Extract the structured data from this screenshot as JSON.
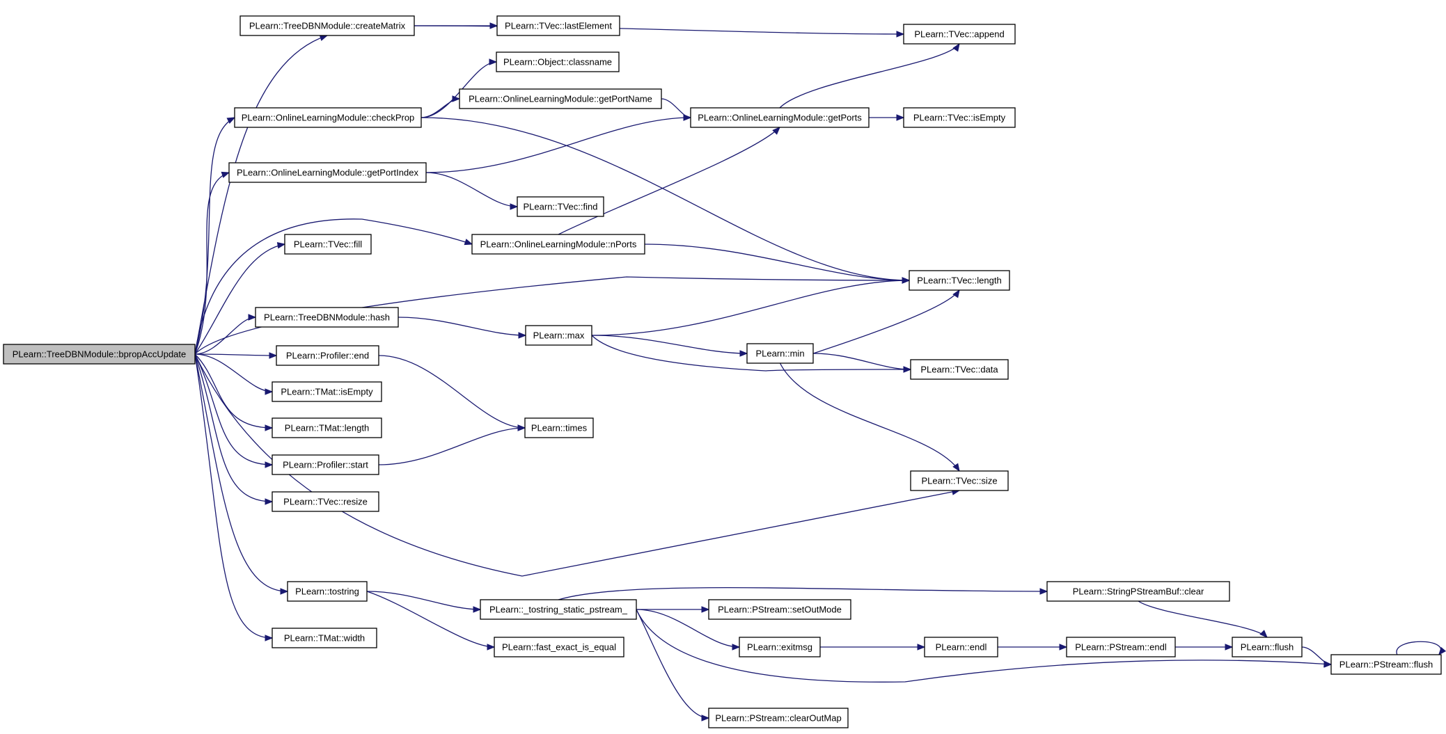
{
  "graph": {
    "colors": {
      "edge": "#191970",
      "root_fill": "#bfbfbf",
      "node_fill": "#ffffff",
      "node_border": "#000000"
    },
    "nodes": [
      {
        "id": "root",
        "label": "PLearn::TreeDBNModule::bpropAccUpdate"
      },
      {
        "id": "createMatrix",
        "label": "PLearn::TreeDBNModule::createMatrix"
      },
      {
        "id": "lastElement",
        "label": "PLearn::TVec::lastElement"
      },
      {
        "id": "append",
        "label": "PLearn::TVec::append"
      },
      {
        "id": "classname",
        "label": "PLearn::Object::classname"
      },
      {
        "id": "checkProp",
        "label": "PLearn::OnlineLearningModule::checkProp"
      },
      {
        "id": "getPortName",
        "label": "PLearn::OnlineLearningModule::getPortName"
      },
      {
        "id": "getPorts",
        "label": "PLearn::OnlineLearningModule::getPorts"
      },
      {
        "id": "tvecIsEmpty",
        "label": "PLearn::TVec::isEmpty"
      },
      {
        "id": "getPortIndex",
        "label": "PLearn::OnlineLearningModule::getPortIndex"
      },
      {
        "id": "find",
        "label": "PLearn::TVec::find"
      },
      {
        "id": "nPorts",
        "label": "PLearn::OnlineLearningModule::nPorts"
      },
      {
        "id": "fill",
        "label": "PLearn::TVec::fill"
      },
      {
        "id": "tvecLength",
        "label": "PLearn::TVec::length"
      },
      {
        "id": "hash",
        "label": "PLearn::TreeDBNModule::hash"
      },
      {
        "id": "max",
        "label": "PLearn::max"
      },
      {
        "id": "min",
        "label": "PLearn::min"
      },
      {
        "id": "profEnd",
        "label": "PLearn::Profiler::end"
      },
      {
        "id": "data",
        "label": "PLearn::TVec::data"
      },
      {
        "id": "tmatIsEmpty",
        "label": "PLearn::TMat::isEmpty"
      },
      {
        "id": "times",
        "label": "PLearn::times"
      },
      {
        "id": "tmatLength",
        "label": "PLearn::TMat::length"
      },
      {
        "id": "profStart",
        "label": "PLearn::Profiler::start"
      },
      {
        "id": "size",
        "label": "PLearn::TVec::size"
      },
      {
        "id": "resize",
        "label": "PLearn::TVec::resize"
      },
      {
        "id": "tostring",
        "label": "PLearn::tostring"
      },
      {
        "id": "tostringStatic",
        "label": "PLearn::_tostring_static_pstream_"
      },
      {
        "id": "spsbClear",
        "label": "PLearn::StringPStreamBuf::clear"
      },
      {
        "id": "setOutMode",
        "label": "PLearn::PStream::setOutMode"
      },
      {
        "id": "width",
        "label": "PLearn::TMat::width"
      },
      {
        "id": "fastExact",
        "label": "PLearn::fast_exact_is_equal"
      },
      {
        "id": "exitmsg",
        "label": "PLearn::exitmsg"
      },
      {
        "id": "endl",
        "label": "PLearn::endl"
      },
      {
        "id": "psEndl",
        "label": "PLearn::PStream::endl"
      },
      {
        "id": "flush",
        "label": "PLearn::flush"
      },
      {
        "id": "psFlush",
        "label": "PLearn::PStream::flush"
      },
      {
        "id": "clearOutMap",
        "label": "PLearn::PStream::clearOutMap"
      }
    ],
    "edges": [
      [
        "root",
        "createMatrix"
      ],
      [
        "root",
        "checkProp"
      ],
      [
        "root",
        "getPortIndex"
      ],
      [
        "root",
        "nPorts"
      ],
      [
        "root",
        "fill"
      ],
      [
        "root",
        "tvecLength"
      ],
      [
        "root",
        "hash"
      ],
      [
        "root",
        "profEnd"
      ],
      [
        "root",
        "tmatIsEmpty"
      ],
      [
        "root",
        "tmatLength"
      ],
      [
        "root",
        "profStart"
      ],
      [
        "root",
        "resize"
      ],
      [
        "root",
        "size"
      ],
      [
        "root",
        "tostring"
      ],
      [
        "root",
        "width"
      ],
      [
        "createMatrix",
        "lastElement"
      ],
      [
        "createMatrix",
        "append"
      ],
      [
        "checkProp",
        "classname"
      ],
      [
        "checkProp",
        "getPortName"
      ],
      [
        "checkProp",
        "tvecLength"
      ],
      [
        "getPortName",
        "getPorts"
      ],
      [
        "getPorts",
        "append"
      ],
      [
        "getPorts",
        "tvecIsEmpty"
      ],
      [
        "getPortIndex",
        "getPorts"
      ],
      [
        "getPortIndex",
        "find"
      ],
      [
        "nPorts",
        "getPorts"
      ],
      [
        "nPorts",
        "tvecLength"
      ],
      [
        "hash",
        "max"
      ],
      [
        "max",
        "tvecLength"
      ],
      [
        "max",
        "min"
      ],
      [
        "max",
        "data"
      ],
      [
        "min",
        "tvecLength"
      ],
      [
        "min",
        "data"
      ],
      [
        "min",
        "size"
      ],
      [
        "profEnd",
        "times"
      ],
      [
        "profStart",
        "times"
      ],
      [
        "tostring",
        "tostringStatic"
      ],
      [
        "tostring",
        "fastExact"
      ],
      [
        "tostringStatic",
        "spsbClear"
      ],
      [
        "tostringStatic",
        "setOutMode"
      ],
      [
        "tostringStatic",
        "exitmsg"
      ],
      [
        "tostringStatic",
        "clearOutMap"
      ],
      [
        "tostringStatic",
        "psFlush"
      ],
      [
        "spsbClear",
        "flush"
      ],
      [
        "exitmsg",
        "endl"
      ],
      [
        "endl",
        "psEndl"
      ],
      [
        "psEndl",
        "flush"
      ],
      [
        "flush",
        "psFlush"
      ],
      [
        "psFlush",
        "psFlush"
      ]
    ]
  }
}
